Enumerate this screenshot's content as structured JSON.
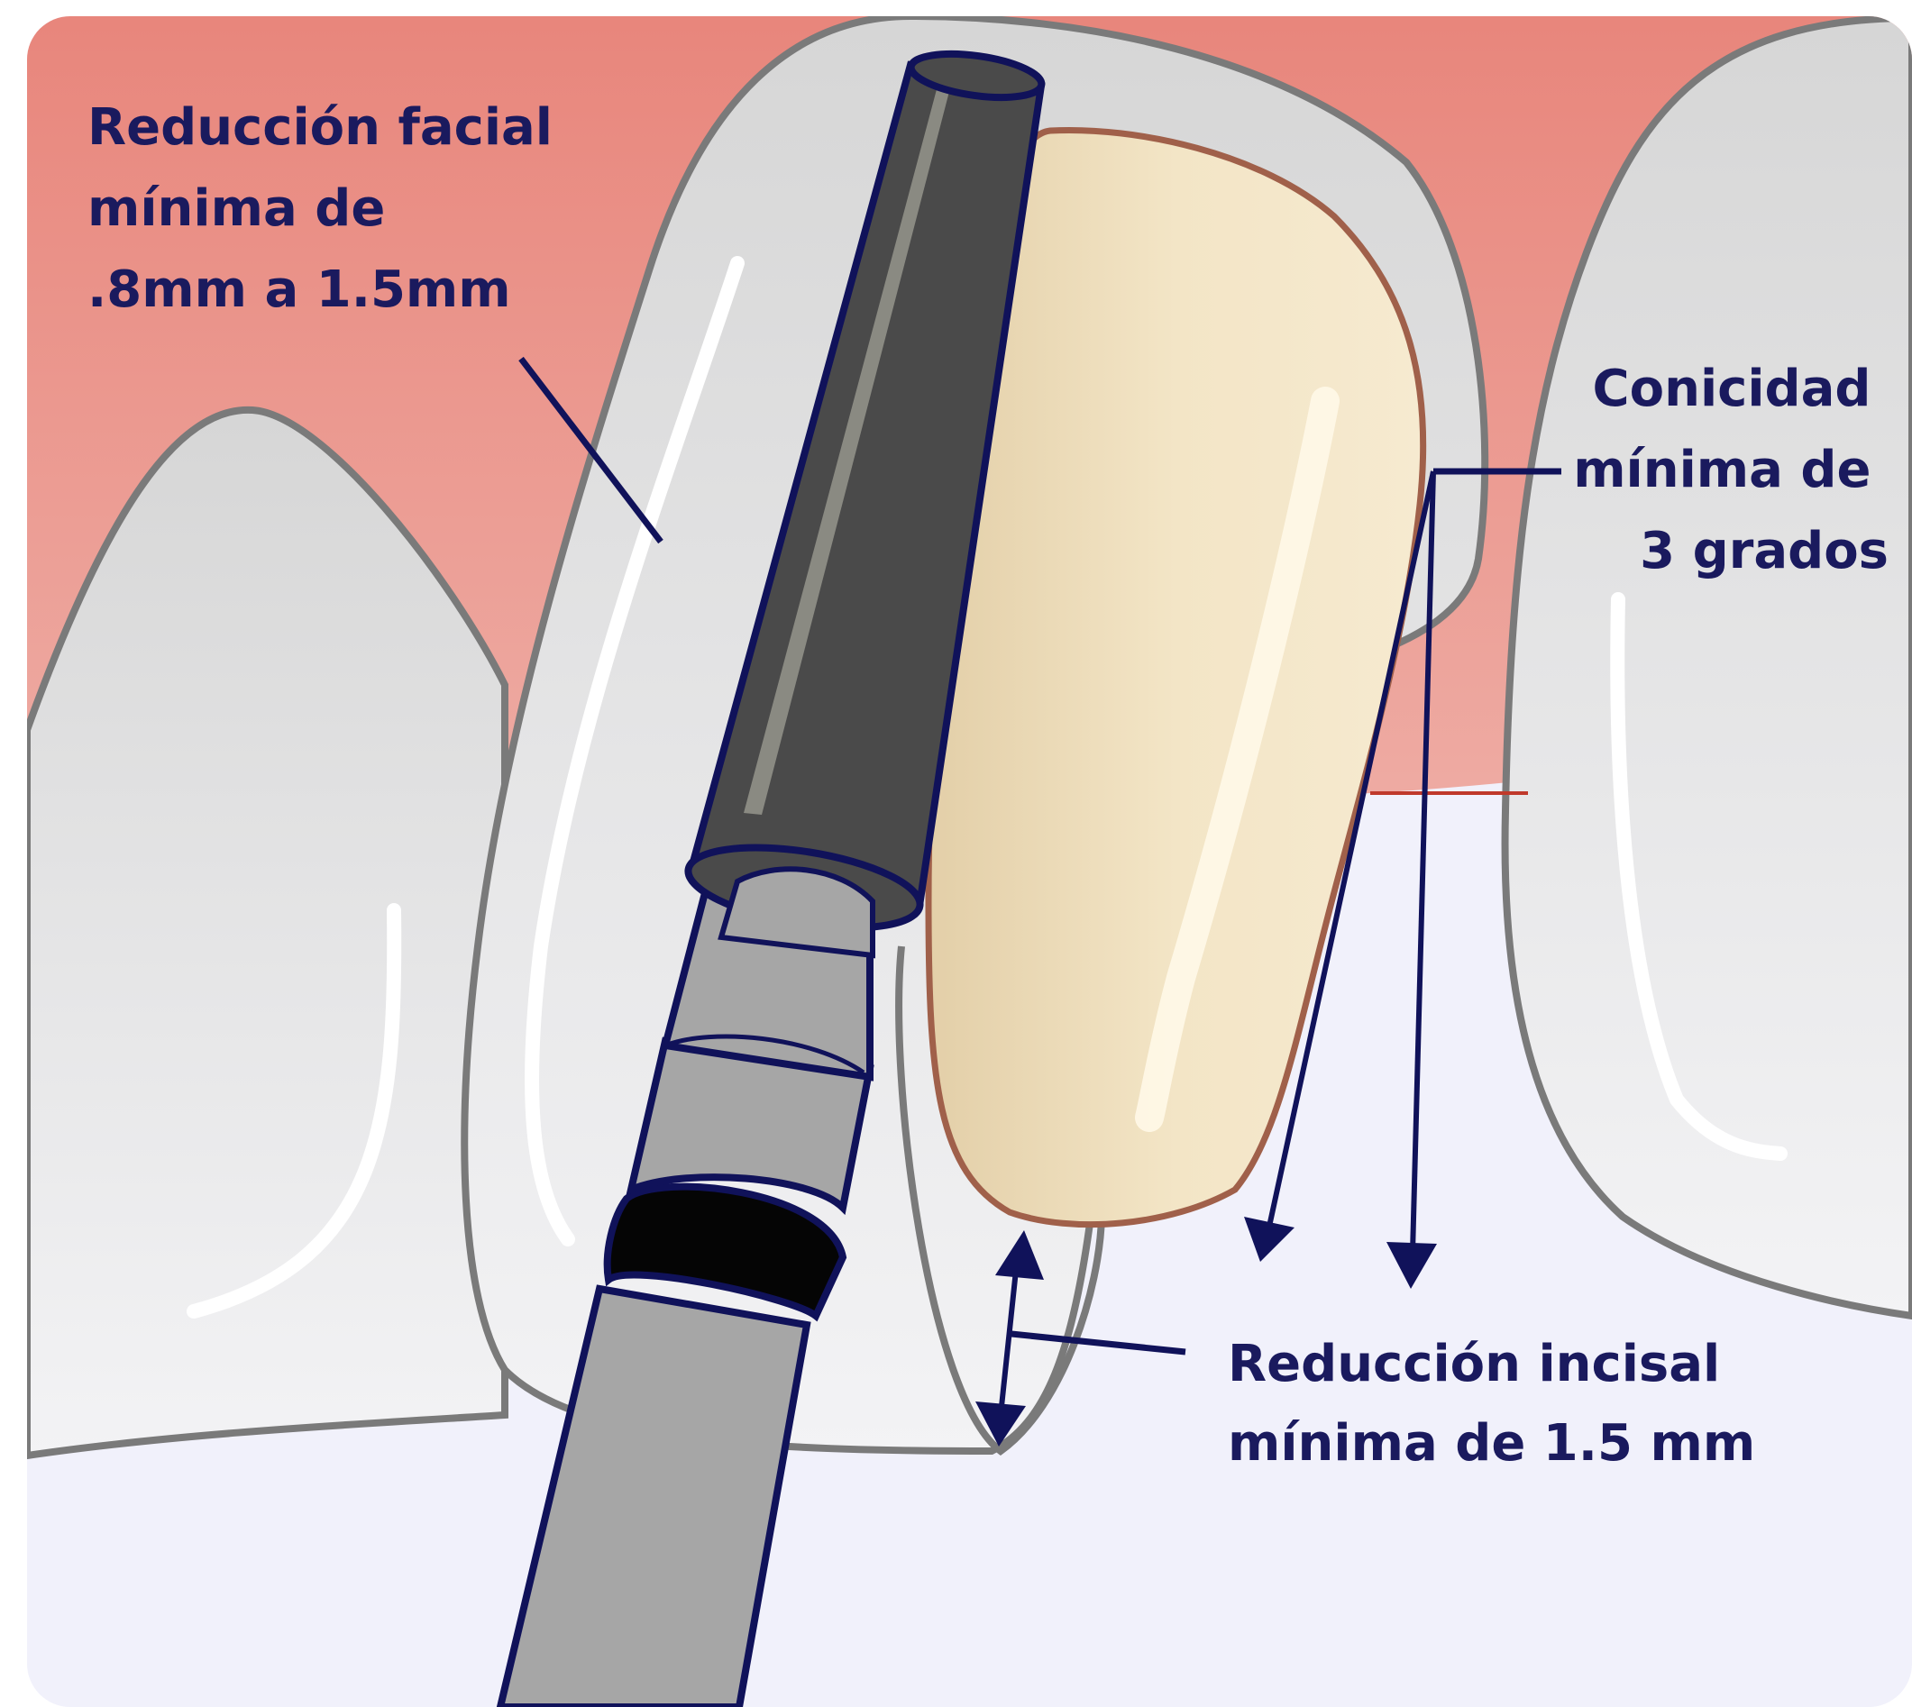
{
  "labels": {
    "facial": [
      "Reducción facial",
      "mínima de",
      ".8mm a 1.5mm"
    ],
    "taper": [
      "Conicidad",
      "mínima de",
      "3 grados"
    ],
    "incisal": [
      "Reducción incisal",
      "mínima de 1.5 mm"
    ]
  },
  "colors": {
    "gum": "#e8877d",
    "background": "#f1f1fb",
    "tooth": "#e6e6e6",
    "tooth_outline": "#7a7a7a",
    "prepared_tooth": "#f0e2c4",
    "prepared_outline": "#a0604a",
    "bur_dark": "#4a4a4a",
    "bur_shank": "#a6a6a6",
    "ink": "#10125a"
  }
}
